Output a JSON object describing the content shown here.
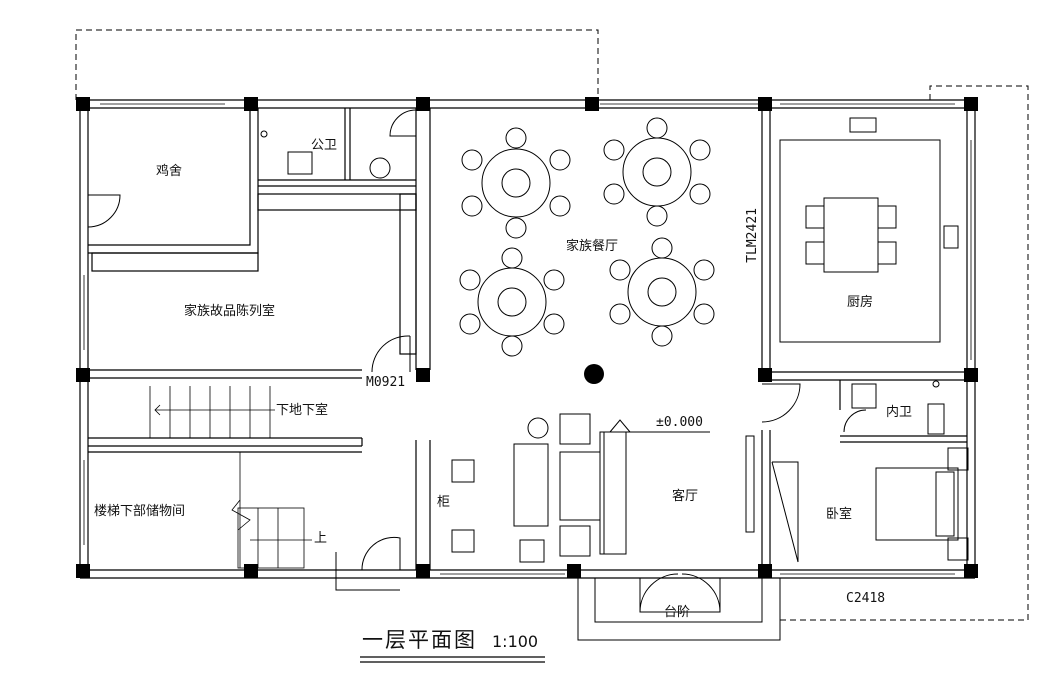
{
  "drawing": {
    "title": "一层平面图",
    "scale": "1:100"
  },
  "rooms": {
    "chicken_coop": "鸡舍",
    "public_toilet": "公卫",
    "family_dining": "家族餐厅",
    "kitchen": "厨房",
    "heirloom_room": "家族故品陈列室",
    "to_basement": "下地下室",
    "under_stair_storage": "楼梯下部储物间",
    "up": "上",
    "cabinet": "柜",
    "living_room": "客厅",
    "inner_toilet": "内卫",
    "bedroom": "卧室",
    "steps": "台阶"
  },
  "codes": {
    "door_m0921": "M0921",
    "door_tlm2421": "TLM2421",
    "window_c2418": "C2418",
    "elevation": "±0.000"
  },
  "colors": {
    "line": "#000000",
    "background": "#ffffff"
  }
}
